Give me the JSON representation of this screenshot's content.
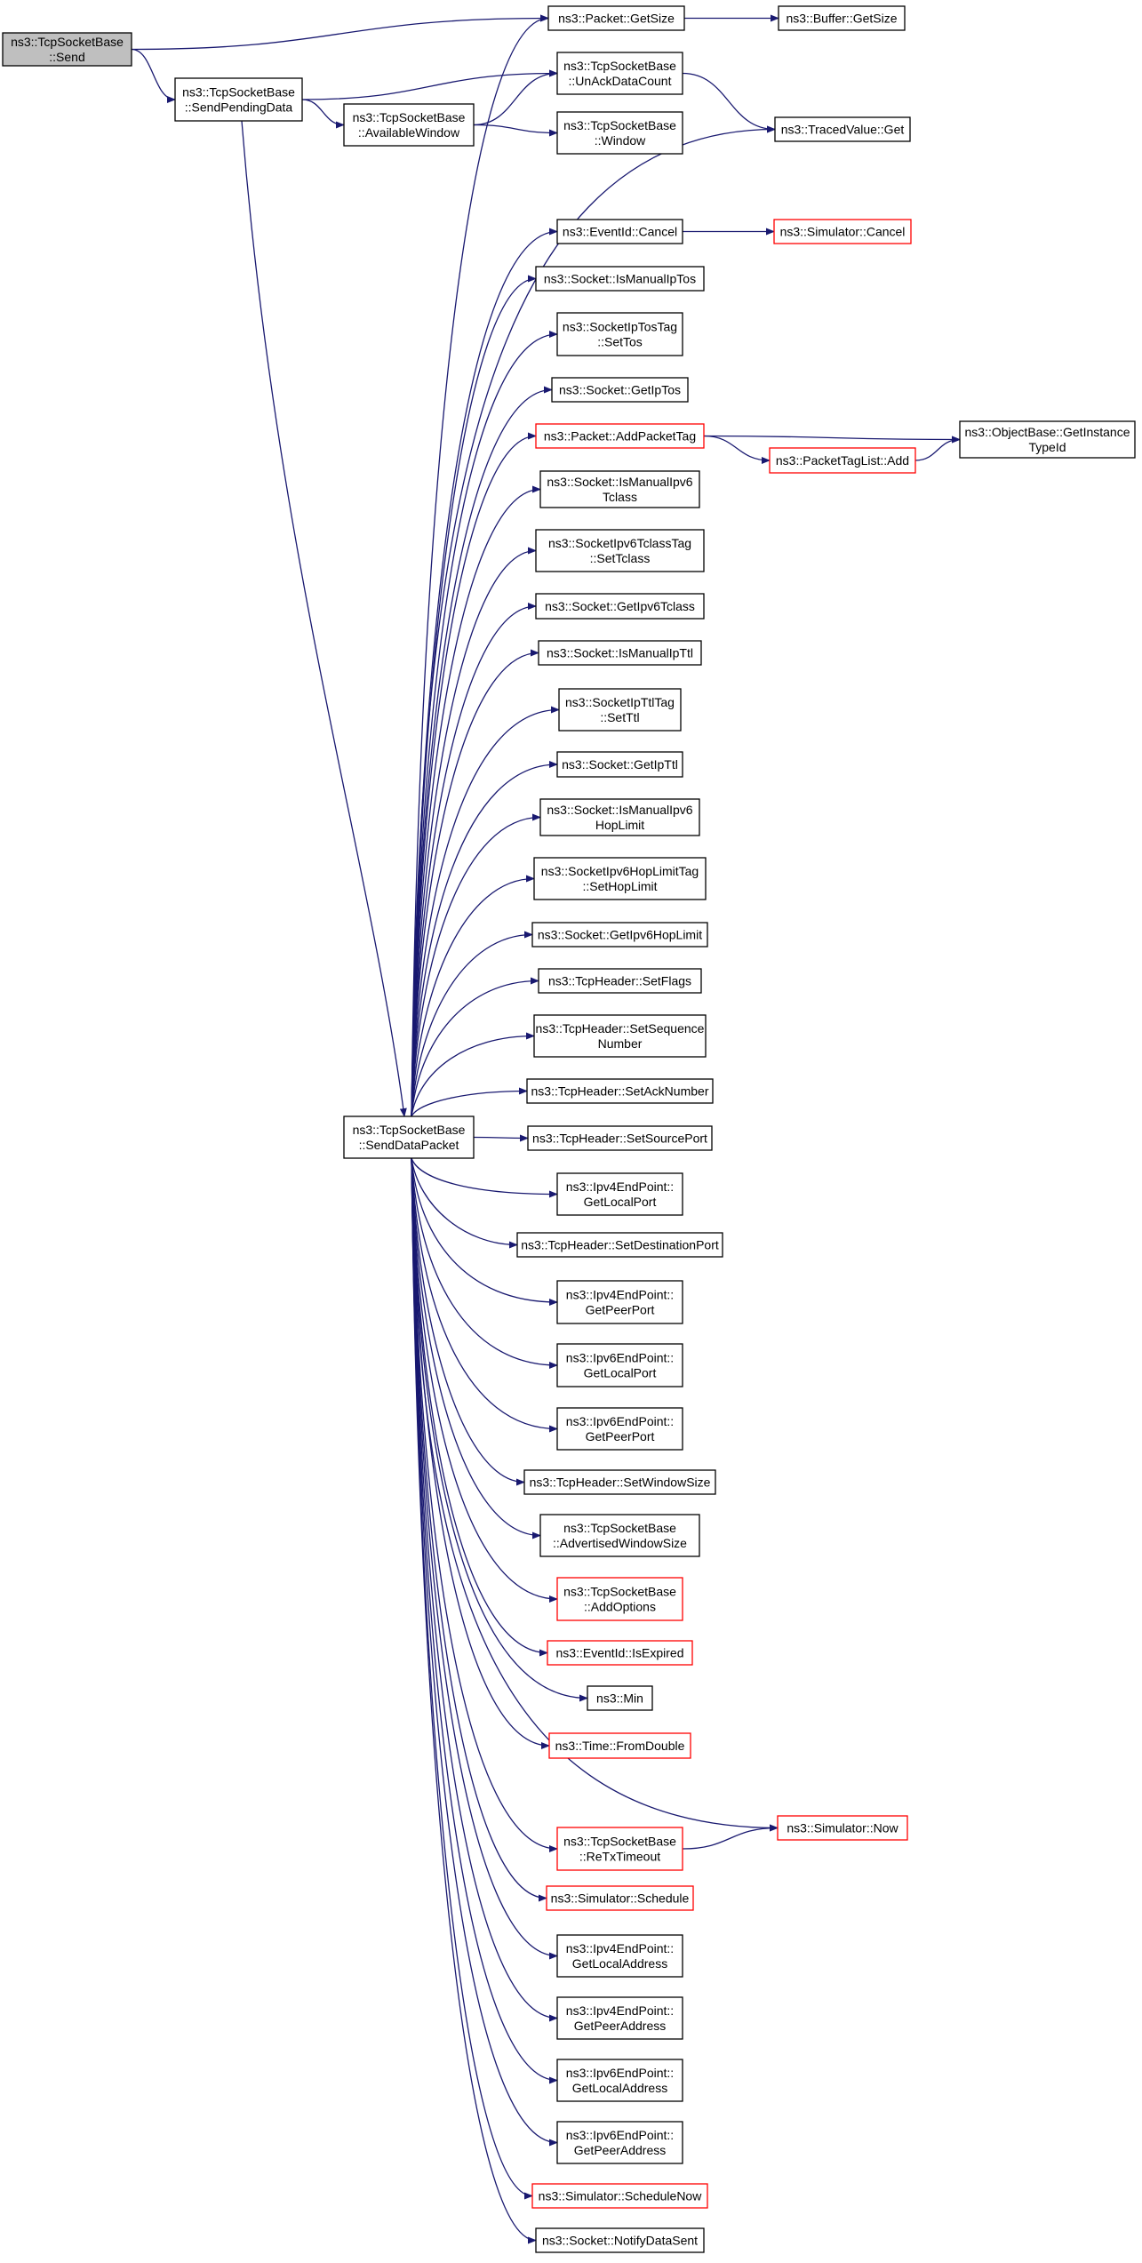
{
  "graph": {
    "colors": {
      "edge": "#191970",
      "node_border": "#000000",
      "node_border_truncated": "#ff0000",
      "node_fill": "#ffffff",
      "root_fill": "#bfbfbf"
    },
    "nodes": [
      {
        "id": "send",
        "lines": [
          "ns3::TcpSocketBase",
          "::Send"
        ],
        "style": "root"
      },
      {
        "id": "send_pending_data",
        "lines": [
          "ns3::TcpSocketBase",
          "::SendPendingData"
        ],
        "style": "normal"
      },
      {
        "id": "available_window",
        "lines": [
          "ns3::TcpSocketBase",
          "::AvailableWindow"
        ],
        "style": "normal"
      },
      {
        "id": "send_data_packet",
        "lines": [
          "ns3::TcpSocketBase",
          "::SendDataPacket"
        ],
        "style": "normal"
      },
      {
        "id": "packet_get_size",
        "lines": [
          "ns3::Packet::GetSize"
        ],
        "style": "normal"
      },
      {
        "id": "buffer_get_size",
        "lines": [
          "ns3::Buffer::GetSize"
        ],
        "style": "normal"
      },
      {
        "id": "unack_data_count",
        "lines": [
          "ns3::TcpSocketBase",
          "::UnAckDataCount"
        ],
        "style": "normal"
      },
      {
        "id": "window",
        "lines": [
          "ns3::TcpSocketBase",
          "::Window"
        ],
        "style": "normal"
      },
      {
        "id": "traced_value_get",
        "lines": [
          "ns3::TracedValue::Get"
        ],
        "style": "normal"
      },
      {
        "id": "eventid_cancel",
        "lines": [
          "ns3::EventId::Cancel"
        ],
        "style": "normal"
      },
      {
        "id": "simulator_cancel",
        "lines": [
          "ns3::Simulator::Cancel"
        ],
        "style": "truncated"
      },
      {
        "id": "is_manual_ip_tos",
        "lines": [
          "ns3::Socket::IsManualIpTos"
        ],
        "style": "normal"
      },
      {
        "id": "ip_tos_tag_set_tos",
        "lines": [
          "ns3::SocketIpTosTag",
          "::SetTos"
        ],
        "style": "normal"
      },
      {
        "id": "get_ip_tos",
        "lines": [
          "ns3::Socket::GetIpTos"
        ],
        "style": "normal"
      },
      {
        "id": "add_packet_tag",
        "lines": [
          "ns3::Packet::AddPacketTag"
        ],
        "style": "truncated"
      },
      {
        "id": "packet_tag_list_add",
        "lines": [
          "ns3::PacketTagList::Add"
        ],
        "style": "truncated"
      },
      {
        "id": "get_instance_type_id",
        "lines": [
          "ns3::ObjectBase::GetInstance",
          "TypeId"
        ],
        "style": "normal"
      },
      {
        "id": "is_manual_ipv6_tclass",
        "lines": [
          "ns3::Socket::IsManualIpv6",
          "Tclass"
        ],
        "style": "normal"
      },
      {
        "id": "ipv6_tclass_tag_set",
        "lines": [
          "ns3::SocketIpv6TclassTag",
          "::SetTclass"
        ],
        "style": "normal"
      },
      {
        "id": "get_ipv6_tclass",
        "lines": [
          "ns3::Socket::GetIpv6Tclass"
        ],
        "style": "normal"
      },
      {
        "id": "is_manual_ip_ttl",
        "lines": [
          "ns3::Socket::IsManualIpTtl"
        ],
        "style": "normal"
      },
      {
        "id": "ip_ttl_tag_set_ttl",
        "lines": [
          "ns3::SocketIpTtlTag",
          "::SetTtl"
        ],
        "style": "normal"
      },
      {
        "id": "get_ip_ttl",
        "lines": [
          "ns3::Socket::GetIpTtl"
        ],
        "style": "normal"
      },
      {
        "id": "is_manual_ipv6_hop_limit",
        "lines": [
          "ns3::Socket::IsManualIpv6",
          "HopLimit"
        ],
        "style": "normal"
      },
      {
        "id": "ipv6_hop_limit_tag_set",
        "lines": [
          "ns3::SocketIpv6HopLimitTag",
          "::SetHopLimit"
        ],
        "style": "normal"
      },
      {
        "id": "get_ipv6_hop_limit",
        "lines": [
          "ns3::Socket::GetIpv6HopLimit"
        ],
        "style": "normal"
      },
      {
        "id": "tcp_header_set_flags",
        "lines": [
          "ns3::TcpHeader::SetFlags"
        ],
        "style": "normal"
      },
      {
        "id": "tcp_header_set_sequence_number",
        "lines": [
          "ns3::TcpHeader::SetSequence",
          "Number"
        ],
        "style": "normal"
      },
      {
        "id": "tcp_header_set_ack_number",
        "lines": [
          "ns3::TcpHeader::SetAckNumber"
        ],
        "style": "normal"
      },
      {
        "id": "tcp_header_set_source_port",
        "lines": [
          "ns3::TcpHeader::SetSourcePort"
        ],
        "style": "normal"
      },
      {
        "id": "ipv4_get_local_port",
        "lines": [
          "ns3::Ipv4EndPoint::",
          "GetLocalPort"
        ],
        "style": "normal"
      },
      {
        "id": "tcp_header_set_destination_port",
        "lines": [
          "ns3::TcpHeader::SetDestinationPort"
        ],
        "style": "normal"
      },
      {
        "id": "ipv4_get_peer_port",
        "lines": [
          "ns3::Ipv4EndPoint::",
          "GetPeerPort"
        ],
        "style": "normal"
      },
      {
        "id": "ipv6_get_local_port",
        "lines": [
          "ns3::Ipv6EndPoint::",
          "GetLocalPort"
        ],
        "style": "normal"
      },
      {
        "id": "ipv6_get_peer_port",
        "lines": [
          "ns3::Ipv6EndPoint::",
          "GetPeerPort"
        ],
        "style": "normal"
      },
      {
        "id": "tcp_header_set_window_size",
        "lines": [
          "ns3::TcpHeader::SetWindowSize"
        ],
        "style": "normal"
      },
      {
        "id": "advertised_window_size",
        "lines": [
          "ns3::TcpSocketBase",
          "::AdvertisedWindowSize"
        ],
        "style": "normal"
      },
      {
        "id": "add_options",
        "lines": [
          "ns3::TcpSocketBase",
          "::AddOptions"
        ],
        "style": "truncated"
      },
      {
        "id": "eventid_is_expired",
        "lines": [
          "ns3::EventId::IsExpired"
        ],
        "style": "truncated"
      },
      {
        "id": "min",
        "lines": [
          "ns3::Min"
        ],
        "style": "normal"
      },
      {
        "id": "time_from_double",
        "lines": [
          "ns3::Time::FromDouble"
        ],
        "style": "truncated"
      },
      {
        "id": "simulator_now",
        "lines": [
          "ns3::Simulator::Now"
        ],
        "style": "truncated"
      },
      {
        "id": "retx_timeout",
        "lines": [
          "ns3::TcpSocketBase",
          "::ReTxTimeout"
        ],
        "style": "truncated"
      },
      {
        "id": "simulator_schedule",
        "lines": [
          "ns3::Simulator::Schedule"
        ],
        "style": "truncated"
      },
      {
        "id": "ipv4_get_local_address",
        "lines": [
          "ns3::Ipv4EndPoint::",
          "GetLocalAddress"
        ],
        "style": "normal"
      },
      {
        "id": "ipv4_get_peer_address",
        "lines": [
          "ns3::Ipv4EndPoint::",
          "GetPeerAddress"
        ],
        "style": "normal"
      },
      {
        "id": "ipv6_get_local_address",
        "lines": [
          "ns3::Ipv6EndPoint::",
          "GetLocalAddress"
        ],
        "style": "normal"
      },
      {
        "id": "ipv6_get_peer_address",
        "lines": [
          "ns3::Ipv6EndPoint::",
          "GetPeerAddress"
        ],
        "style": "normal"
      },
      {
        "id": "simulator_schedule_now",
        "lines": [
          "ns3::Simulator::ScheduleNow"
        ],
        "style": "truncated"
      },
      {
        "id": "notify_data_sent",
        "lines": [
          "ns3::Socket::NotifyDataSent"
        ],
        "style": "normal"
      }
    ],
    "edges": [
      [
        "send",
        "packet_get_size"
      ],
      [
        "send",
        "send_pending_data"
      ],
      [
        "send_pending_data",
        "unack_data_count"
      ],
      [
        "send_pending_data",
        "available_window"
      ],
      [
        "send_pending_data",
        "send_data_packet"
      ],
      [
        "available_window",
        "unack_data_count"
      ],
      [
        "available_window",
        "window"
      ],
      [
        "packet_get_size",
        "buffer_get_size"
      ],
      [
        "unack_data_count",
        "traced_value_get"
      ],
      [
        "eventid_cancel",
        "simulator_cancel"
      ],
      [
        "add_packet_tag",
        "packet_tag_list_add"
      ],
      [
        "add_packet_tag",
        "get_instance_type_id"
      ],
      [
        "packet_tag_list_add",
        "get_instance_type_id"
      ],
      [
        "retx_timeout",
        "simulator_now"
      ],
      [
        "send_data_packet",
        "packet_get_size"
      ],
      [
        "send_data_packet",
        "traced_value_get"
      ],
      [
        "send_data_packet",
        "eventid_cancel"
      ],
      [
        "send_data_packet",
        "is_manual_ip_tos"
      ],
      [
        "send_data_packet",
        "ip_tos_tag_set_tos"
      ],
      [
        "send_data_packet",
        "get_ip_tos"
      ],
      [
        "send_data_packet",
        "add_packet_tag"
      ],
      [
        "send_data_packet",
        "is_manual_ipv6_tclass"
      ],
      [
        "send_data_packet",
        "ipv6_tclass_tag_set"
      ],
      [
        "send_data_packet",
        "get_ipv6_tclass"
      ],
      [
        "send_data_packet",
        "is_manual_ip_ttl"
      ],
      [
        "send_data_packet",
        "ip_ttl_tag_set_ttl"
      ],
      [
        "send_data_packet",
        "get_ip_ttl"
      ],
      [
        "send_data_packet",
        "is_manual_ipv6_hop_limit"
      ],
      [
        "send_data_packet",
        "ipv6_hop_limit_tag_set"
      ],
      [
        "send_data_packet",
        "get_ipv6_hop_limit"
      ],
      [
        "send_data_packet",
        "tcp_header_set_flags"
      ],
      [
        "send_data_packet",
        "tcp_header_set_sequence_number"
      ],
      [
        "send_data_packet",
        "tcp_header_set_ack_number"
      ],
      [
        "send_data_packet",
        "tcp_header_set_source_port"
      ],
      [
        "send_data_packet",
        "ipv4_get_local_port"
      ],
      [
        "send_data_packet",
        "tcp_header_set_destination_port"
      ],
      [
        "send_data_packet",
        "ipv4_get_peer_port"
      ],
      [
        "send_data_packet",
        "ipv6_get_local_port"
      ],
      [
        "send_data_packet",
        "ipv6_get_peer_port"
      ],
      [
        "send_data_packet",
        "tcp_header_set_window_size"
      ],
      [
        "send_data_packet",
        "advertised_window_size"
      ],
      [
        "send_data_packet",
        "add_options"
      ],
      [
        "send_data_packet",
        "eventid_is_expired"
      ],
      [
        "send_data_packet",
        "min"
      ],
      [
        "send_data_packet",
        "time_from_double"
      ],
      [
        "send_data_packet",
        "simulator_now"
      ],
      [
        "send_data_packet",
        "retx_timeout"
      ],
      [
        "send_data_packet",
        "simulator_schedule"
      ],
      [
        "send_data_packet",
        "ipv4_get_local_address"
      ],
      [
        "send_data_packet",
        "ipv4_get_peer_address"
      ],
      [
        "send_data_packet",
        "ipv6_get_local_address"
      ],
      [
        "send_data_packet",
        "ipv6_get_peer_address"
      ],
      [
        "send_data_packet",
        "simulator_schedule_now"
      ],
      [
        "send_data_packet",
        "notify_data_sent"
      ]
    ]
  }
}
